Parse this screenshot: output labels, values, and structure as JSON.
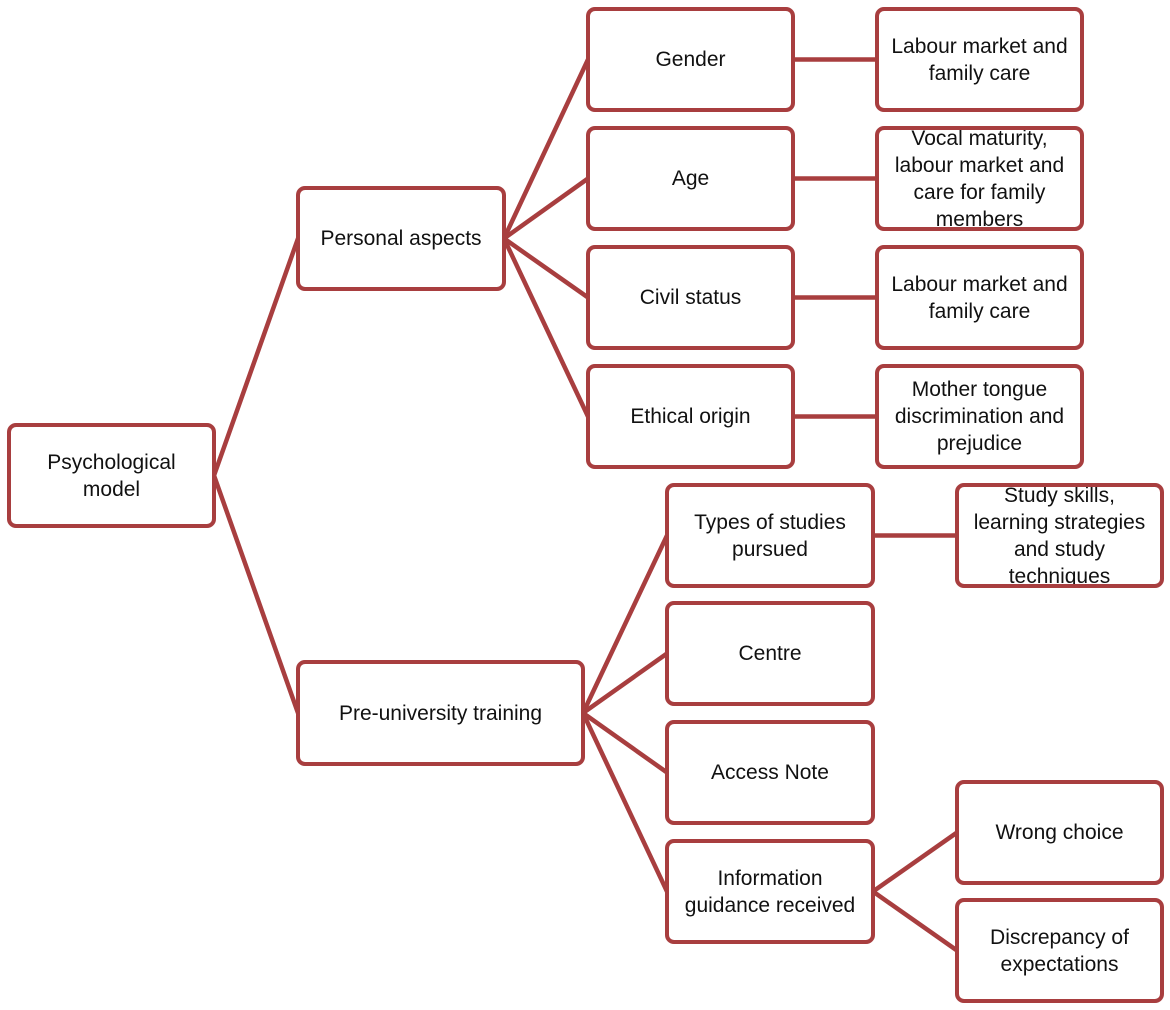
{
  "diagram": {
    "colors": {
      "stroke": "#a83e3f",
      "fill": "#ffffff",
      "text": "#111111"
    },
    "nodes": {
      "root": "Psychological\nmodel",
      "personal_aspects": "Personal aspects",
      "pre_university_training": "Pre-university training",
      "gender": "Gender",
      "age": "Age",
      "civil_status": "Civil status",
      "ethical_origin": "Ethical origin",
      "gender_detail": "Labour market and\nfamily care",
      "age_detail": "Vocal maturity,\nlabour market and\ncare for family\nmembers",
      "civil_status_detail": "Labour market and\nfamily care",
      "ethical_origin_detail": "Mother tongue\ndiscrimination and\nprejudice",
      "types_of_studies": "Types of studies\npursued",
      "centre": "Centre",
      "access_note": "Access Note",
      "information_guidance": "Information\nguidance received",
      "study_skills": "Study skills,\nlearning strategies\nand study\ntechniques",
      "wrong_choice": "Wrong choice",
      "discrepancy": "Discrepancy of\nexpectations"
    },
    "edges": [
      [
        "root",
        "personal_aspects"
      ],
      [
        "root",
        "pre_university_training"
      ],
      [
        "personal_aspects",
        "gender"
      ],
      [
        "personal_aspects",
        "age"
      ],
      [
        "personal_aspects",
        "civil_status"
      ],
      [
        "personal_aspects",
        "ethical_origin"
      ],
      [
        "gender",
        "gender_detail"
      ],
      [
        "age",
        "age_detail"
      ],
      [
        "civil_status",
        "civil_status_detail"
      ],
      [
        "ethical_origin",
        "ethical_origin_detail"
      ],
      [
        "pre_university_training",
        "types_of_studies"
      ],
      [
        "pre_university_training",
        "centre"
      ],
      [
        "pre_university_training",
        "access_note"
      ],
      [
        "pre_university_training",
        "information_guidance"
      ],
      [
        "types_of_studies",
        "study_skills"
      ],
      [
        "information_guidance",
        "wrong_choice"
      ],
      [
        "information_guidance",
        "discrepancy"
      ]
    ]
  }
}
